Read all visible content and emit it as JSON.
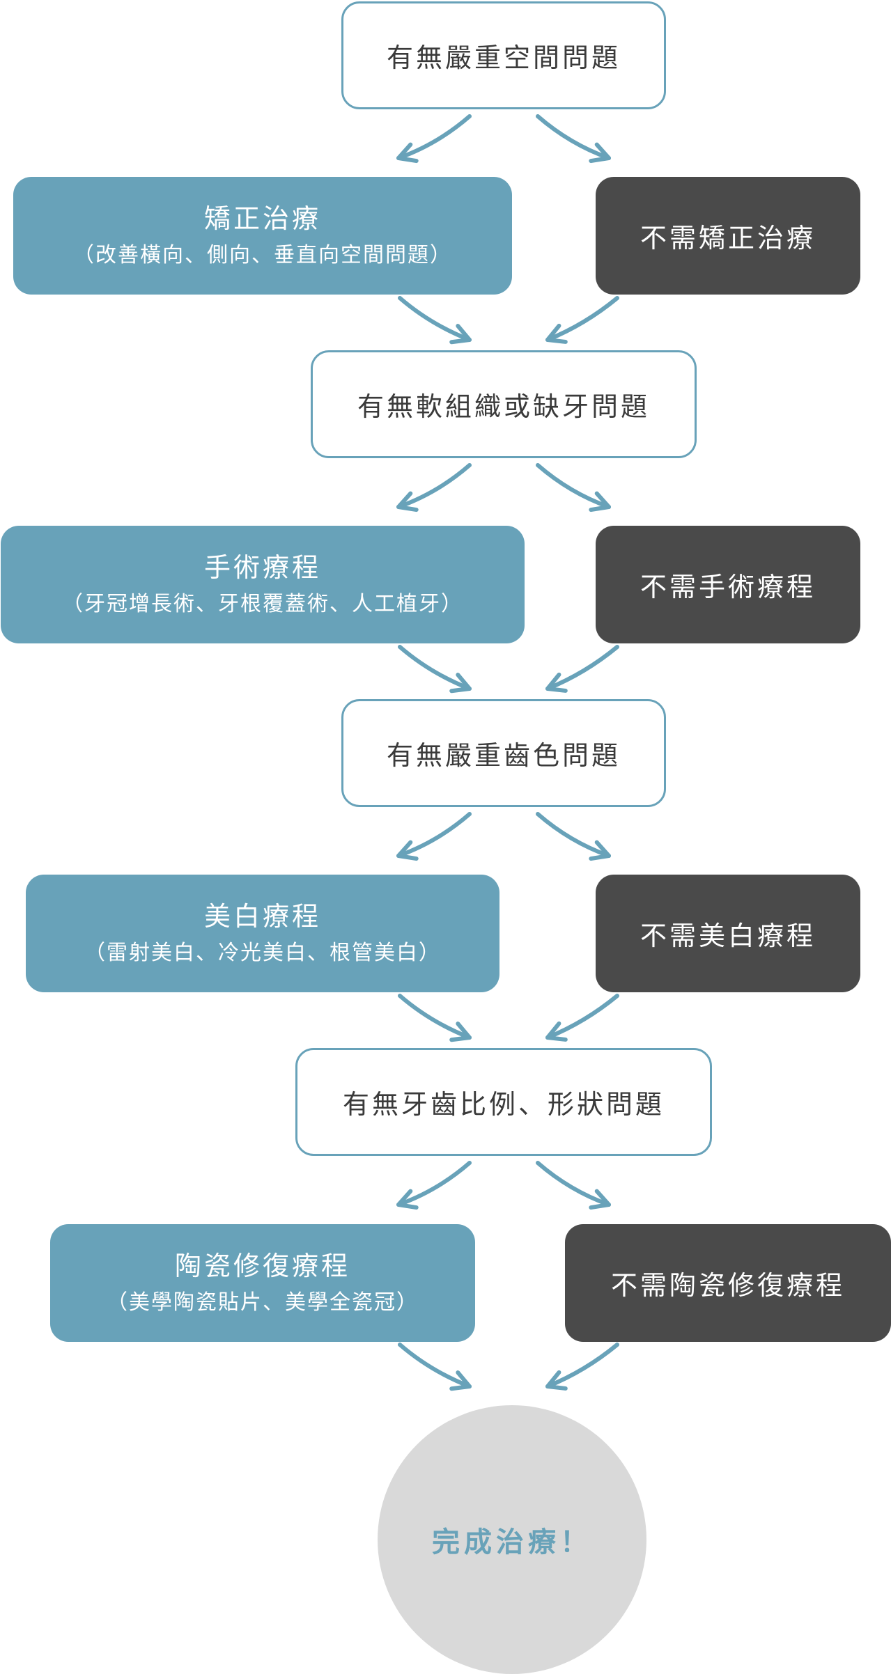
{
  "steps": [
    {
      "question": "有無嚴重空間問題",
      "yes_title": "矯正治療",
      "yes_sub": "（改善橫向、側向、垂直向空間問題）",
      "no": "不需矯正治療"
    },
    {
      "question": "有無軟組織或缺牙問題",
      "yes_title": "手術療程",
      "yes_sub": "（牙冠增長術、牙根覆蓋術、人工植牙）",
      "no": "不需手術療程"
    },
    {
      "question": "有無嚴重齒色問題",
      "yes_title": "美白療程",
      "yes_sub": "（雷射美白、冷光美白、根管美白）",
      "no": "不需美白療程"
    },
    {
      "question": "有無牙齒比例、形狀問題",
      "yes_title": "陶瓷修復療程",
      "yes_sub": "（美學陶瓷貼片、美學全瓷冠）",
      "no": "不需陶瓷修復療程"
    }
  ],
  "finish": "完成治療！",
  "colors": {
    "accent": "#68a2b9",
    "dark_box": "#4a4a4a",
    "finish_circle": "#d9d9d9",
    "text": "#3a3a3a"
  }
}
